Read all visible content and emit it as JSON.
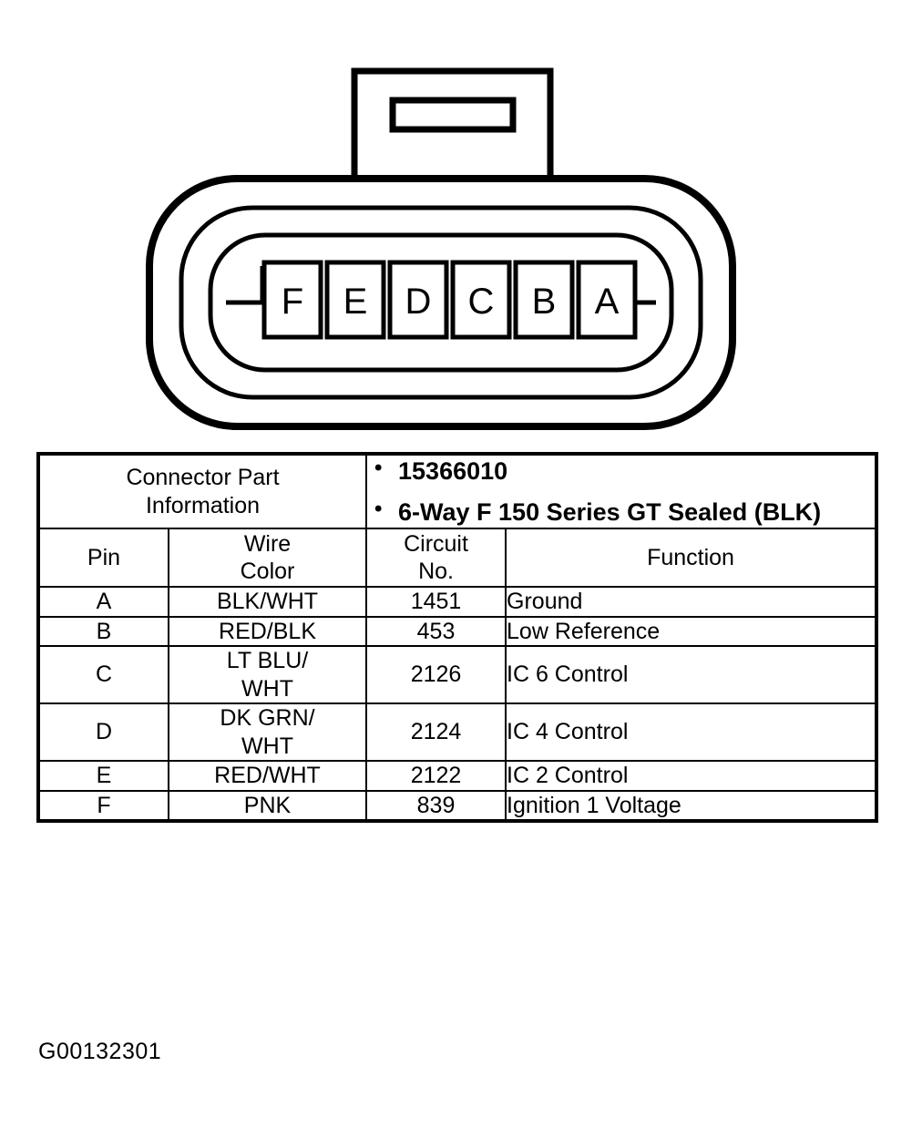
{
  "figure": {
    "id_label": "G00132301",
    "connector": {
      "name": "6-way-connector-face-view",
      "latch_tab": "latch-tab",
      "cavities": [
        {
          "label": "F"
        },
        {
          "label": "E"
        },
        {
          "label": "D"
        },
        {
          "label": "C"
        },
        {
          "label": "B"
        },
        {
          "label": "A"
        }
      ]
    }
  },
  "table": {
    "part_info": {
      "label": "Connector Part\nInformation",
      "label_line1": "Connector Part",
      "label_line2": "Information",
      "bullets": [
        "15366010",
        "6-Way F 150 Series GT Sealed (BLK)"
      ]
    },
    "headers": {
      "pin": "Pin",
      "wire_color_line1": "Wire",
      "wire_color_line2": "Color",
      "circuit_no_line1": "Circuit",
      "circuit_no_line2": "No.",
      "function": "Function"
    },
    "rows": [
      {
        "pin": "A",
        "wire_color": "BLK/WHT",
        "wire_color_line1": "BLK/WHT",
        "wire_color_line2": "",
        "circuit_no": "1451",
        "function": "Ground"
      },
      {
        "pin": "B",
        "wire_color": "RED/BLK",
        "wire_color_line1": "RED/BLK",
        "wire_color_line2": "",
        "circuit_no": "453",
        "function": "Low Reference"
      },
      {
        "pin": "C",
        "wire_color": "LT BLU/WHT",
        "wire_color_line1": "LT BLU/",
        "wire_color_line2": "WHT",
        "circuit_no": "2126",
        "function": "IC 6 Control"
      },
      {
        "pin": "D",
        "wire_color": "DK GRN/WHT",
        "wire_color_line1": "DK GRN/",
        "wire_color_line2": "WHT",
        "circuit_no": "2124",
        "function": "IC 4 Control"
      },
      {
        "pin": "E",
        "wire_color": "RED/WHT",
        "wire_color_line1": "RED/WHT",
        "wire_color_line2": "",
        "circuit_no": "2122",
        "function": "IC 2 Control"
      },
      {
        "pin": "F",
        "wire_color": "PNK",
        "wire_color_line1": "PNK",
        "wire_color_line2": "",
        "circuit_no": "839",
        "function": "Ignition 1 Voltage"
      }
    ]
  },
  "colors": {
    "ink": "#000000",
    "paper": "#ffffff"
  }
}
